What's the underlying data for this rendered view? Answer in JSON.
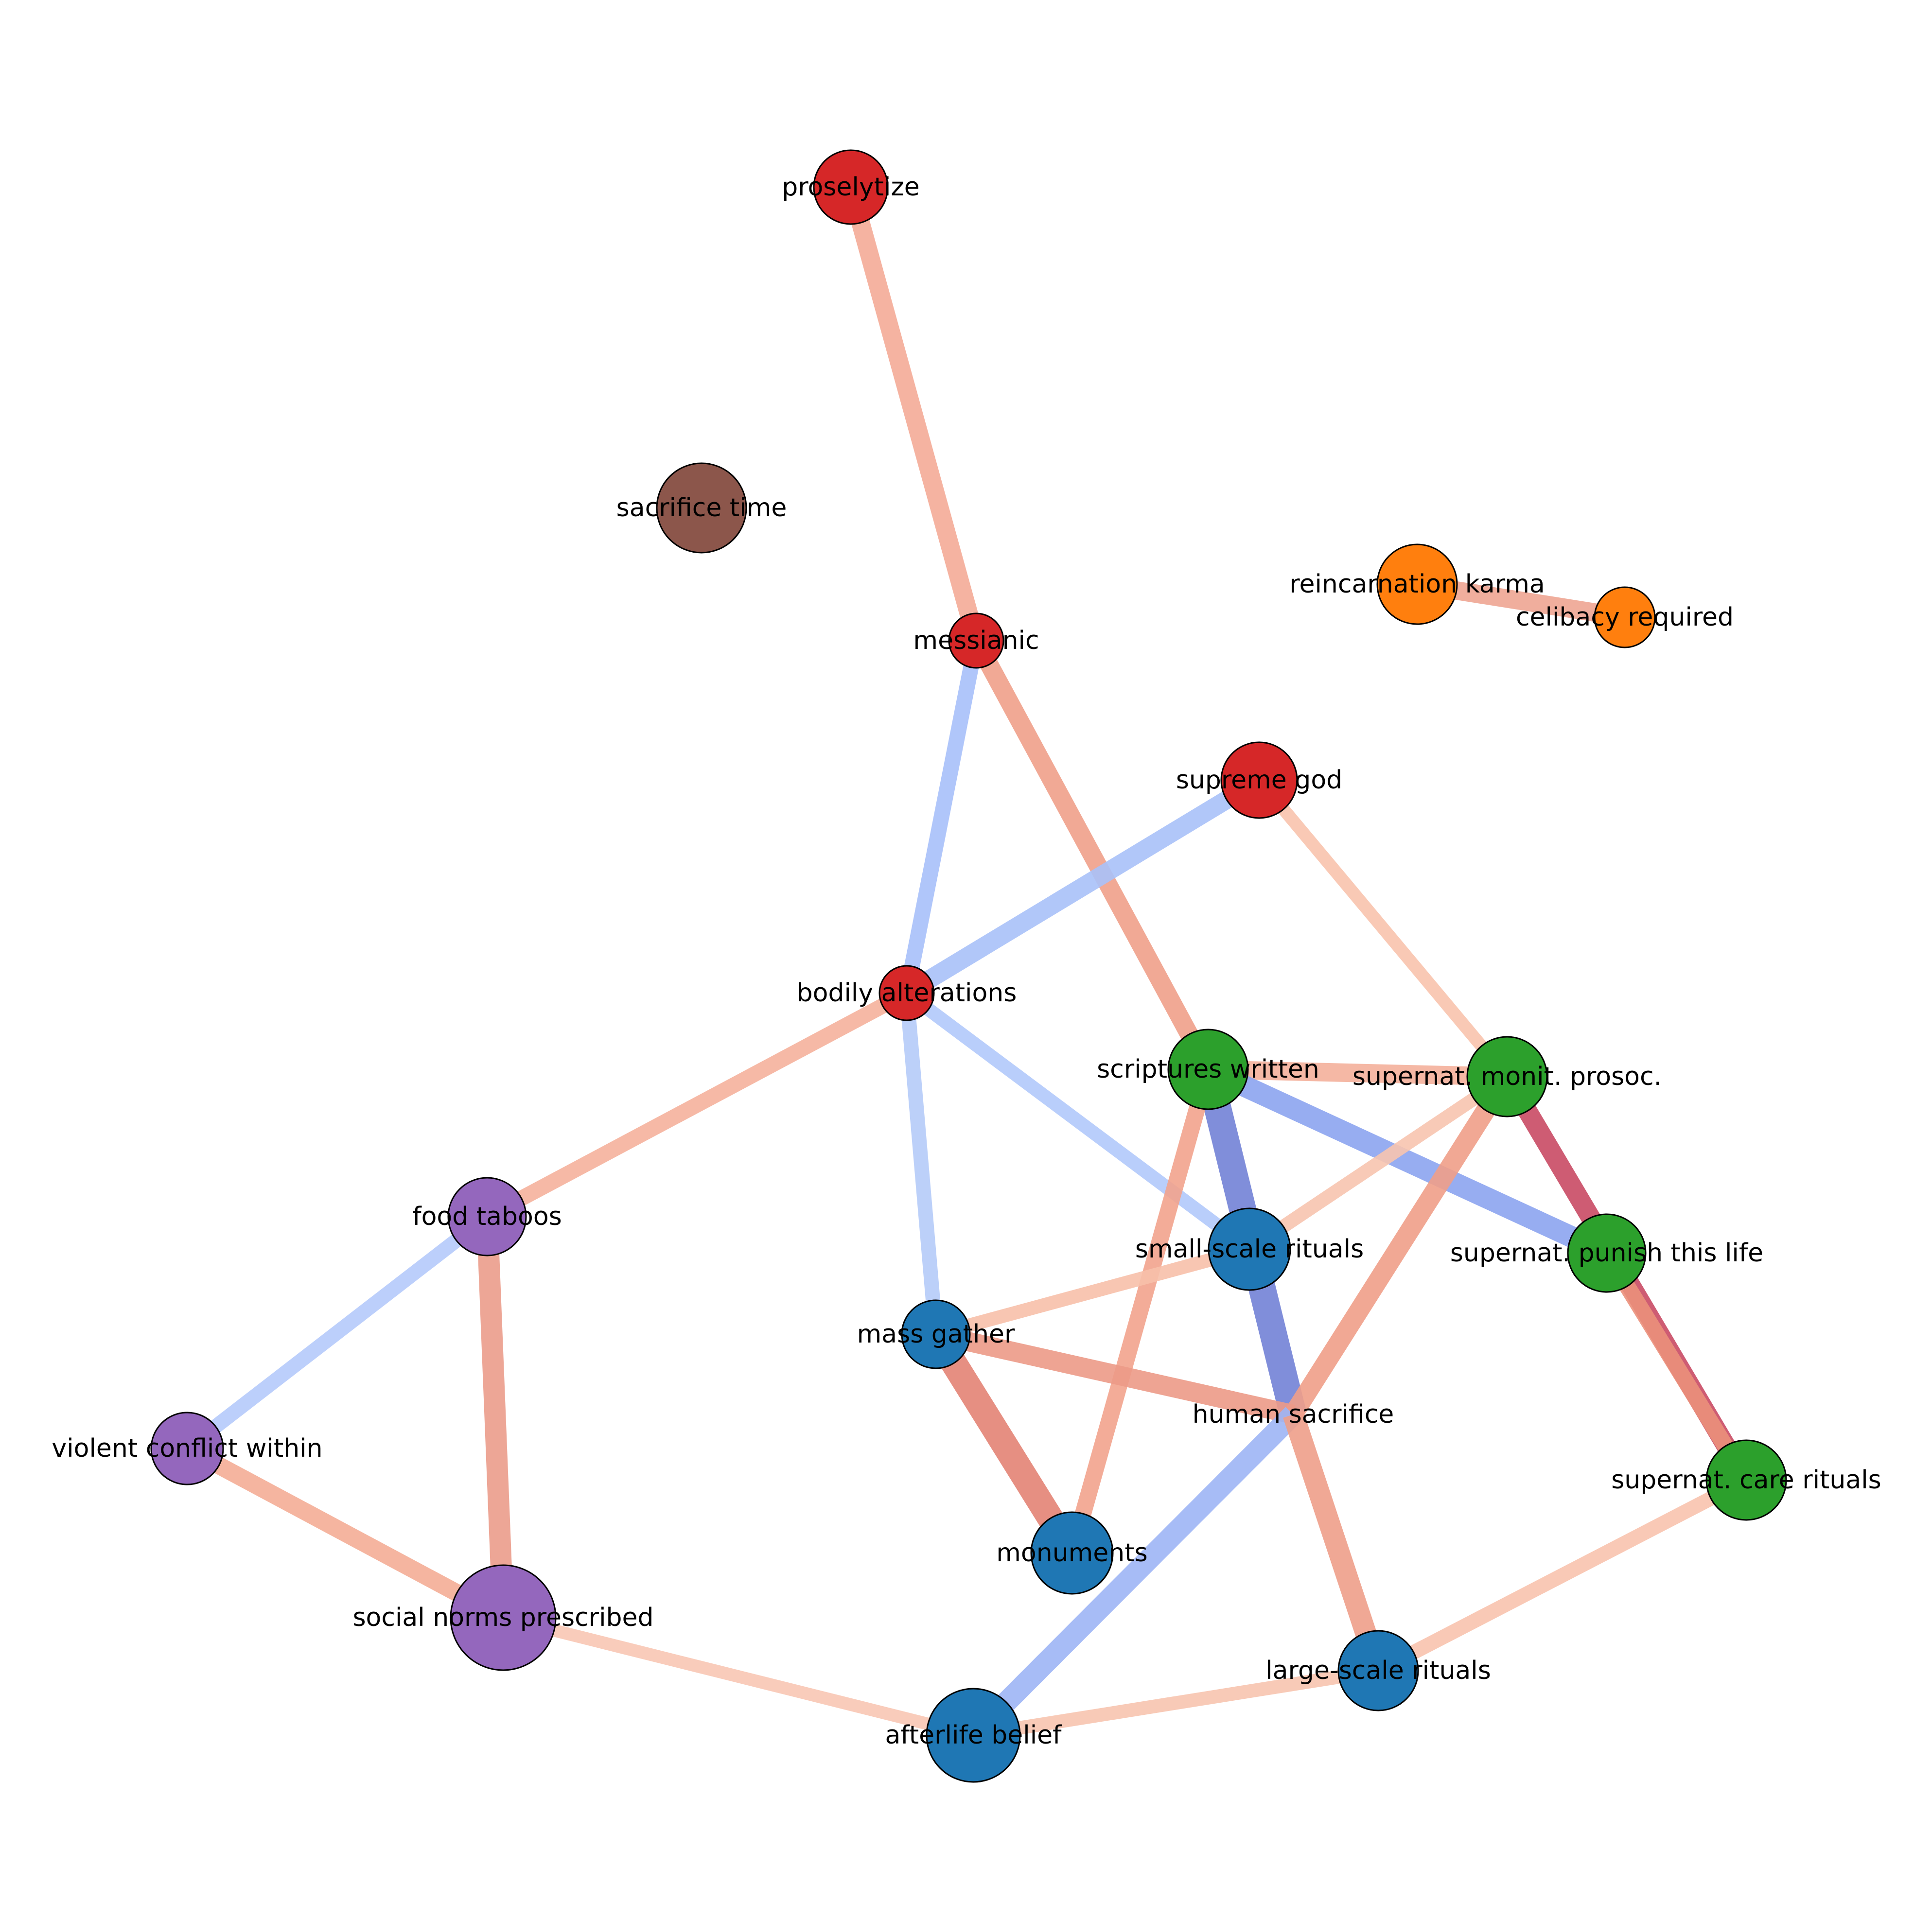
{
  "graph": {
    "colors": {
      "red": "#d62728",
      "orange": "#ff7f0e",
      "green": "#2ca02c",
      "blue": "#1f77b4",
      "purple": "#9467bd",
      "brown": "#8c564b",
      "node_outline": "#000000"
    },
    "nodes": [
      {
        "id": "proselytize",
        "label": "proselytize",
        "group": "red",
        "r": 76
      },
      {
        "id": "sacrifice_time",
        "label": "sacrifice time",
        "group": "brown",
        "r": 92
      },
      {
        "id": "reincarnation_karma",
        "label": "reincarnation karma",
        "group": "orange",
        "r": 82
      },
      {
        "id": "celibacy_required",
        "label": "celibacy required",
        "group": "orange",
        "r": 62
      },
      {
        "id": "messianic",
        "label": "messianic",
        "group": "red",
        "r": 56
      },
      {
        "id": "supreme_god",
        "label": "supreme god",
        "group": "red",
        "r": 78
      },
      {
        "id": "bodily_alterations",
        "label": "bodily alterations",
        "group": "red",
        "r": 56
      },
      {
        "id": "scriptures_written",
        "label": "scriptures written",
        "group": "green",
        "r": 82
      },
      {
        "id": "supernat_monit_prosoc",
        "label": "supernat. monit. prosoc.",
        "group": "green",
        "r": 82
      },
      {
        "id": "food_taboos",
        "label": "food taboos",
        "group": "purple",
        "r": 80
      },
      {
        "id": "small_scale_rituals",
        "label": "small-scale rituals",
        "group": "blue",
        "r": 84
      },
      {
        "id": "supernat_punish_this_life",
        "label": "supernat. punish this life",
        "group": "green",
        "r": 80
      },
      {
        "id": "mass_gather",
        "label": "mass gather",
        "group": "blue",
        "r": 70
      },
      {
        "id": "human_sacrifice",
        "label": "human sacrifice",
        "group": "blue",
        "r": 0
      },
      {
        "id": "violent_conflict_within",
        "label": "violent conflict within",
        "group": "purple",
        "r": 74
      },
      {
        "id": "supernat_care_rituals",
        "label": "supernat. care rituals",
        "group": "green",
        "r": 82
      },
      {
        "id": "monuments",
        "label": "monuments",
        "group": "blue",
        "r": 84
      },
      {
        "id": "social_norms_prescribed",
        "label": "social norms prescribed",
        "group": "purple",
        "r": 108
      },
      {
        "id": "large_scale_rituals",
        "label": "large-scale rituals",
        "group": "blue",
        "r": 82
      },
      {
        "id": "afterlife_belief",
        "label": "afterlife belief",
        "group": "blue",
        "r": 96
      }
    ],
    "edges": [
      {
        "source": "proselytize",
        "target": "messianic",
        "color": "#f4ab97",
        "width": 38
      },
      {
        "source": "messianic",
        "target": "scriptures_written",
        "color": "#f0a08a",
        "width": 38
      },
      {
        "source": "messianic",
        "target": "bodily_alterations",
        "color": "#a7c0f9",
        "width": 32
      },
      {
        "source": "supreme_god",
        "target": "bodily_alterations",
        "color": "#a9c1f8",
        "width": 38
      },
      {
        "source": "supreme_god",
        "target": "supernat_monit_prosoc",
        "color": "#f8c3ad",
        "width": 26
      },
      {
        "source": "bodily_alterations",
        "target": "food_taboos",
        "color": "#f5b19c",
        "width": 32
      },
      {
        "source": "bodily_alterations",
        "target": "small_scale_rituals",
        "color": "#b1c9fb",
        "width": 28
      },
      {
        "source": "bodily_alterations",
        "target": "mass_gather",
        "color": "#b5cbf8",
        "width": 30
      },
      {
        "source": "reincarnation_karma",
        "target": "celibacy_required",
        "color": "#eea592",
        "width": 38
      },
      {
        "source": "scriptures_written",
        "target": "supernat_monit_prosoc",
        "color": "#f4b09b",
        "width": 38
      },
      {
        "source": "scriptures_written",
        "target": "supernat_punish_this_life",
        "color": "#8ca4ef",
        "width": 44
      },
      {
        "source": "scriptures_written",
        "target": "human_sacrifice",
        "color": "#7282d6",
        "width": 56
      },
      {
        "source": "scriptures_written",
        "target": "monuments",
        "color": "#f2a38d",
        "width": 34
      },
      {
        "source": "supernat_monit_prosoc",
        "target": "small_scale_rituals",
        "color": "#f7c4af",
        "width": 28
      },
      {
        "source": "supernat_monit_prosoc",
        "target": "human_sacrifice",
        "color": "#ef9f88",
        "width": 40
      },
      {
        "source": "supernat_monit_prosoc",
        "target": "supernat_care_rituals",
        "color": "#c94a64",
        "width": 40
      },
      {
        "source": "supernat_punish_this_life",
        "target": "supernat_care_rituals",
        "color": "#eb907b",
        "width": 34
      },
      {
        "source": "food_taboos",
        "target": "violent_conflict_within",
        "color": "#b5cafb",
        "width": 30
      },
      {
        "source": "food_taboos",
        "target": "social_norms_prescribed",
        "color": "#eb9c8b",
        "width": 44
      },
      {
        "source": "small_scale_rituals",
        "target": "mass_gather",
        "color": "#f7c0aa",
        "width": 28
      },
      {
        "source": "mass_gather",
        "target": "human_sacrifice",
        "color": "#ec9a87",
        "width": 40
      },
      {
        "source": "mass_gather",
        "target": "monuments",
        "color": "#e38374",
        "width": 54
      },
      {
        "source": "human_sacrifice",
        "target": "afterlife_belief",
        "color": "#9db5f5",
        "width": 44
      },
      {
        "source": "human_sacrifice",
        "target": "large_scale_rituals",
        "color": "#ee9f8a",
        "width": 44
      },
      {
        "source": "violent_conflict_within",
        "target": "social_norms_prescribed",
        "color": "#f4ad96",
        "width": 36
      },
      {
        "source": "social_norms_prescribed",
        "target": "afterlife_belief",
        "color": "#f8c7b4",
        "width": 26
      },
      {
        "source": "afterlife_belief",
        "target": "large_scale_rituals",
        "color": "#f7c4af",
        "width": 28
      },
      {
        "source": "large_scale_rituals",
        "target": "supernat_care_rituals",
        "color": "#f8c3ae",
        "width": 30
      }
    ]
  }
}
